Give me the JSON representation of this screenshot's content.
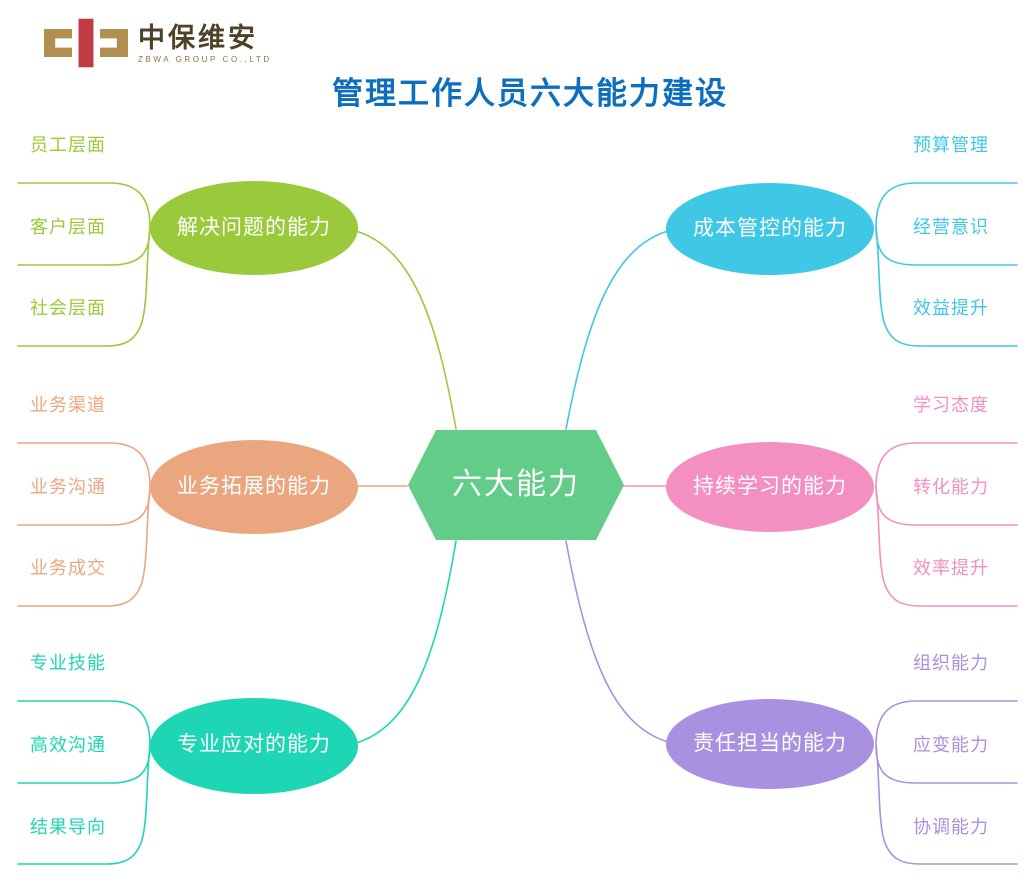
{
  "logo": {
    "company_cn": "中保维安",
    "company_en": "ZBWA GROUP CO.,LTD",
    "gold": "#B08F4F",
    "red": "#C23B44",
    "cn_color": "#4F4228",
    "en_color": "#8F7340"
  },
  "title": {
    "text": "管理工作人员六大能力建设",
    "color": "#0D6EBE"
  },
  "center": {
    "label": "六大能力",
    "color": "#63CC88"
  },
  "branches": [
    {
      "id": "solve-problems",
      "side": "left",
      "label": "解决问题的能力",
      "color": "#9ACA3C",
      "leaves": [
        "员工层面",
        "客户层面",
        "社会层面"
      ]
    },
    {
      "id": "cost-control",
      "side": "right",
      "label": "成本管控的能力",
      "color": "#3EC8E5",
      "leaves": [
        "预算管理",
        "经营意识",
        "效益提升"
      ]
    },
    {
      "id": "business-expansion",
      "side": "left",
      "label": "业务拓展的能力",
      "color": "#EAA77F",
      "leaves": [
        "业务渠道",
        "业务沟通",
        "业务成交"
      ]
    },
    {
      "id": "continuous-learning",
      "side": "right",
      "label": "持续学习的能力",
      "color": "#F48FC1",
      "leaves": [
        "学习态度",
        "转化能力",
        "效率提升"
      ]
    },
    {
      "id": "professional-response",
      "side": "left",
      "label": "专业应对的能力",
      "color": "#1FD6B4",
      "leaves": [
        "专业技能",
        "高效沟通",
        "结果导向"
      ]
    },
    {
      "id": "responsibility",
      "side": "right",
      "label": "责任担当的能力",
      "color": "#A891E0",
      "leaves": [
        "组织能力",
        "应变能力",
        "协调能力"
      ]
    }
  ]
}
